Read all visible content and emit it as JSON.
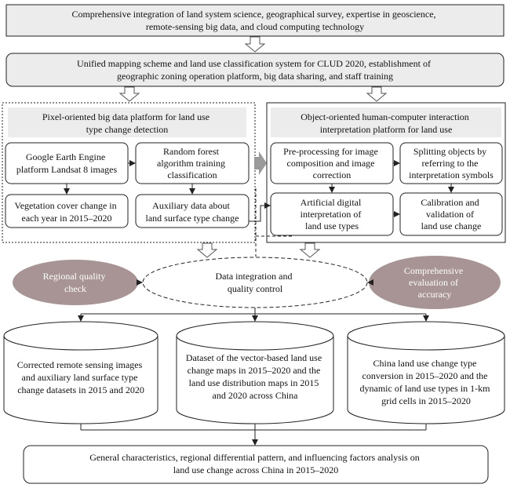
{
  "top": {
    "lines": [
      "Comprehensive integration of land system science, geographical survey, expertise in geoscience,",
      "remote-sensing big data, and cloud computing technology"
    ]
  },
  "unified": {
    "lines": [
      "Unified mapping scheme and land use classification system for CLUD 2020, establishment of",
      "geographic zoning operation platform, big data sharing, and staff training"
    ]
  },
  "left_platform": {
    "title": [
      "Pixel-oriented big data platform for land use",
      "type change detection"
    ],
    "gee": [
      "Google Earth Engine",
      "platform Landsat 8 images"
    ],
    "rf": [
      "Random forest",
      "algorithm training",
      "classification"
    ],
    "veg": [
      "Vegetation cover change in",
      "each year in 2015–2020"
    ],
    "aux": [
      "Auxiliary data about",
      "land surface type change"
    ]
  },
  "right_platform": {
    "title": [
      "Object-oriented human-computer interaction",
      "interpretation platform for land use"
    ],
    "pre": [
      "Pre-processing for image",
      "composition and image",
      "correction"
    ],
    "split": [
      "Splitting objects by",
      "referring to the",
      "interpretation symbols"
    ],
    "adi": [
      "Artificial digital",
      "interpretation of",
      "land use types"
    ],
    "calib": [
      "Calibration and",
      "validation of",
      "land use change"
    ]
  },
  "integration": {
    "center": [
      "Data integration and",
      "quality control"
    ],
    "left": [
      "Regional quality",
      "check"
    ],
    "right": [
      "Comprehensive",
      "evaluation of",
      "accuracy"
    ]
  },
  "outputs": [
    {
      "lines": [
        "Corrected remote sensing images",
        "and auxiliary land surface type",
        "change datasets in 2015 and 2020"
      ]
    },
    {
      "lines": [
        "Dataset of the vector-based land use",
        "change maps in 2015–2020 and the",
        "land use distribution maps in 2015",
        "and 2020 across China"
      ]
    },
    {
      "lines": [
        "China land use change type",
        "conversion in 2015–2020 and the",
        "dynamic of land use types in 1-km",
        "grid cells in 2015–2020"
      ]
    }
  ],
  "bottom": {
    "lines": [
      "General characteristics, regional differential pattern, and influencing factors analysis on",
      "land use change across China in 2015–2020"
    ]
  }
}
